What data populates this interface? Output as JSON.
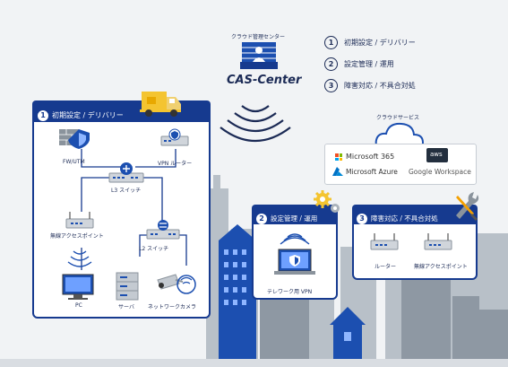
{
  "cloud_management": {
    "caption": "クラウド管理センター",
    "name": "CAS-Center"
  },
  "legend": [
    {
      "num": "1",
      "label": "初期設定 / デリバリー"
    },
    {
      "num": "2",
      "label": "設定管理 / 運用"
    },
    {
      "num": "3",
      "label": "障害対応 / 不具合対処"
    }
  ],
  "cloud_services": {
    "caption": "クラウドサービス",
    "items": [
      "Microsoft 365",
      "aws",
      "Microsoft Azure",
      "Google Workspace"
    ]
  },
  "panel1": {
    "num": "1",
    "title": "初期設定 / デリバリー",
    "devices": {
      "fw": "FW/UTM",
      "vpn_router": "VPN ルーター",
      "l3": "L3 スイッチ",
      "ap": "無線アクセスポイント",
      "l2": "L2 スイッチ",
      "pc": "PC",
      "server": "サーバ",
      "camera": "ネットワークカメラ"
    }
  },
  "panel2": {
    "num": "2",
    "title": "設定管理 / 運用",
    "device": "テレワーク用 VPN"
  },
  "panel3": {
    "num": "3",
    "title": "障害対応 / 不具合対処",
    "devices": {
      "router": "ルーター",
      "ap": "無線アクセスポイント"
    }
  },
  "colors": {
    "navy": "#163a8f",
    "background": "#f1f3f5",
    "city": "#9aa3ad"
  }
}
